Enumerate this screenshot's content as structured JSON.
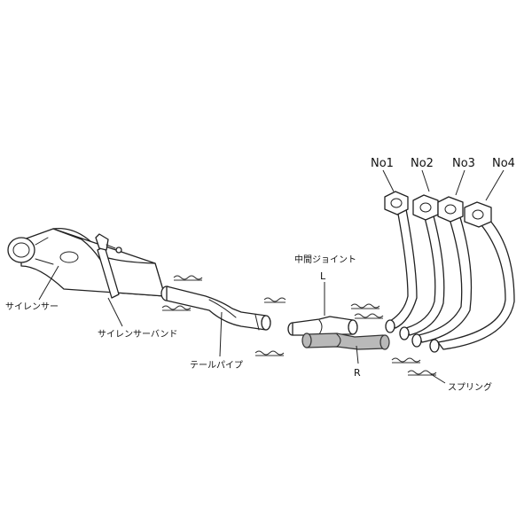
{
  "labels": {
    "silencer": "サイレンサー",
    "silencer_band": "サイレンサーバンド",
    "tail_pipe": "テールパイプ",
    "mid_joint": "中間ジョイント",
    "left": "L",
    "right": "R",
    "spring": "スプリング",
    "header_1": "No1",
    "header_2": "No2",
    "header_3": "No3",
    "header_4": "No4"
  }
}
